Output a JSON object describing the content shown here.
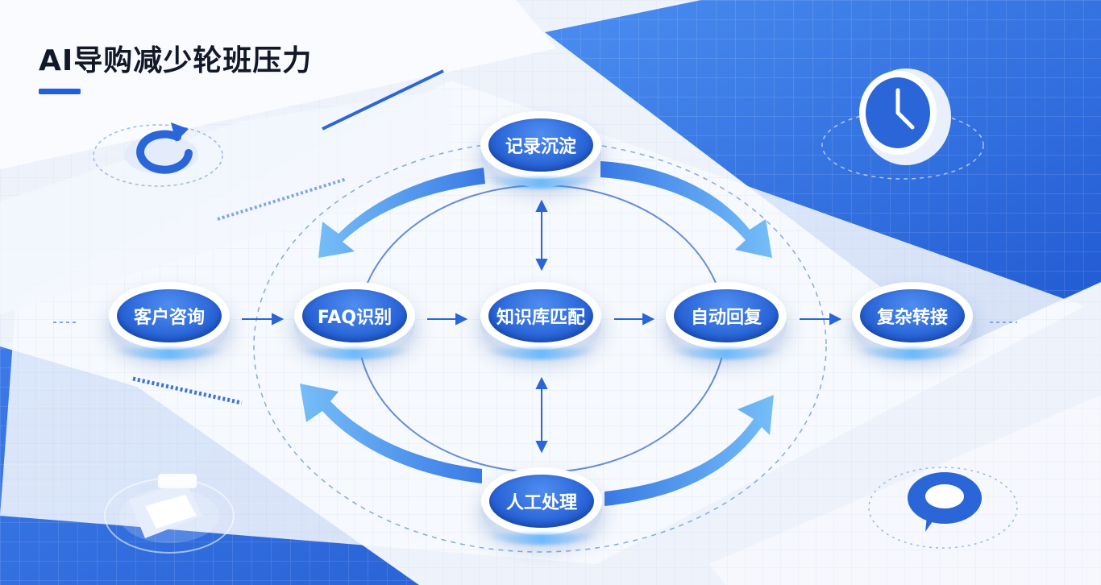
{
  "header": {
    "title": "AI导购减少轮班压力"
  },
  "flow": {
    "main_steps": [
      {
        "id": "consult",
        "label": "客户咨询"
      },
      {
        "id": "faq",
        "label": "FAQ识别"
      },
      {
        "id": "kb",
        "label": "知识库匹配"
      },
      {
        "id": "auto",
        "label": "自动回复"
      },
      {
        "id": "transfer",
        "label": "复杂转接"
      }
    ],
    "top_node": {
      "id": "record",
      "label": "记录沉淀"
    },
    "bottom_node": {
      "id": "manual",
      "label": "人工处理"
    }
  },
  "decorations": {
    "top_left_icon": "refresh-icon",
    "top_right_icon": "clock-icon",
    "bottom_left_icon": "play-icon",
    "bottom_right_icon": "chat-bubble-icon"
  },
  "colors": {
    "primary_blue": "#2a66d8",
    "light_blue": "#5ab0f5",
    "panel_blue": "#2f6fe0",
    "title_text": "#111827",
    "background": "#eef3fb"
  }
}
